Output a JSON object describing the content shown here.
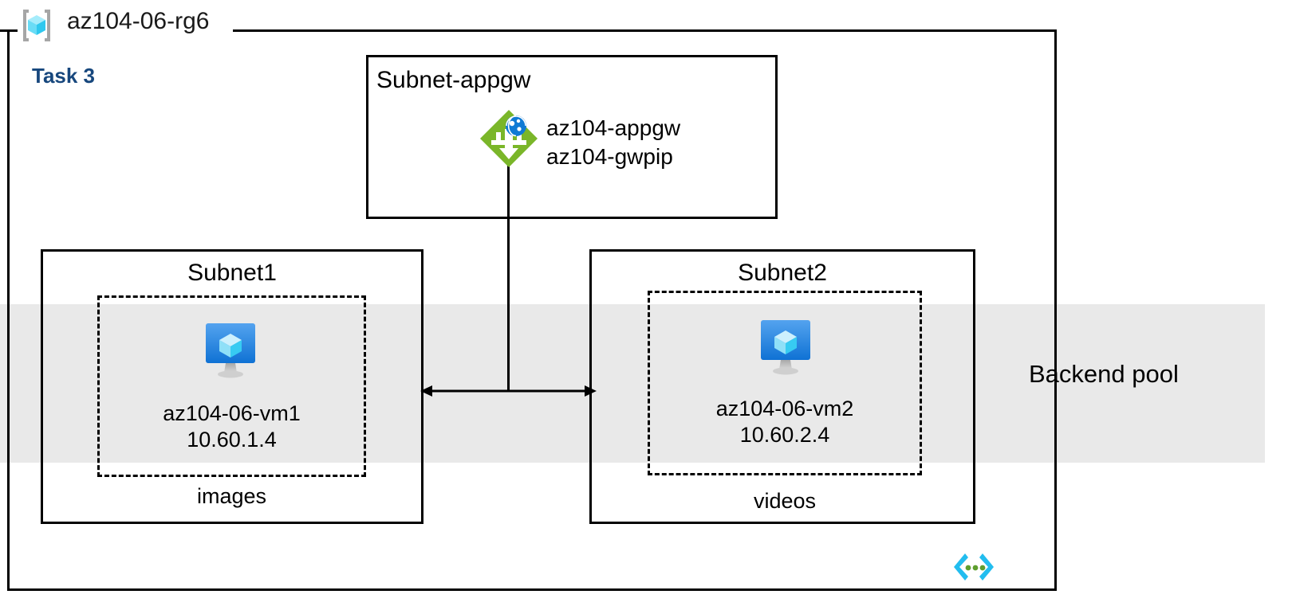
{
  "diagram": {
    "resource_group": {
      "name": "az104-06-rg6",
      "icon": "resource-group-cube-icon"
    },
    "task_badge": {
      "label": "Task 3",
      "color": "#17477d"
    },
    "backend_pool": {
      "label": "Backend pool",
      "band_color": "#e9e9e9"
    },
    "subnets": [
      {
        "id": "appgw",
        "title": "Subnet-appgw",
        "title_align": "left",
        "resources": [
          {
            "icon": "application-gateway-icon",
            "lines": [
              "az104-appgw",
              "az104-gwpip"
            ]
          }
        ]
      },
      {
        "id": "subnet1",
        "title": "Subnet1",
        "title_align": "center",
        "group_caption": "images",
        "vm": {
          "icon": "virtual-machine-icon",
          "name": "az104-06-vm1",
          "ip": "10.60.1.4"
        }
      },
      {
        "id": "subnet2",
        "title": "Subnet2",
        "title_align": "center",
        "group_caption": "videos",
        "vm": {
          "icon": "virtual-machine-icon",
          "name": "az104-06-vm2",
          "ip": "10.60.2.4"
        }
      }
    ],
    "connectors": [
      {
        "id": "appgw-to-backends",
        "type": "vertical-line"
      },
      {
        "id": "subnet1-subnet2-link",
        "type": "double-arrow-horizontal"
      }
    ],
    "footer_icon": "code-brackets-icon",
    "colors": {
      "appgw_green": "#7ab629",
      "appgw_globe_blue": "#0078d4",
      "vm_blue": "#2a8ae0",
      "cube_cyan": "#5ad7f5",
      "code_icon_cyan": "#22bdef",
      "code_icon_green": "#5e9e2e",
      "border_black": "#000000"
    }
  }
}
